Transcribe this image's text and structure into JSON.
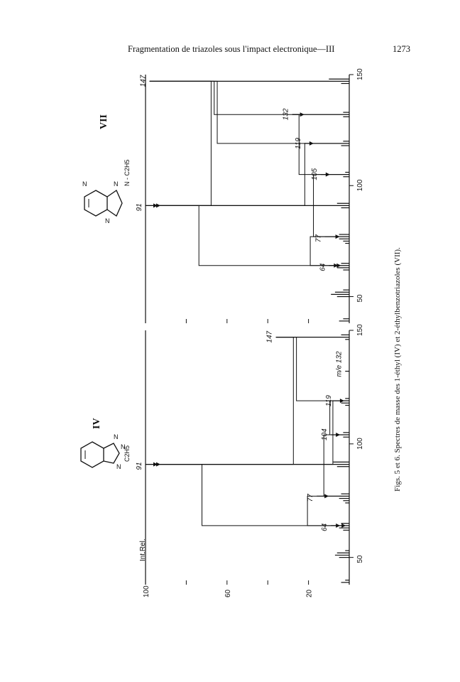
{
  "header": {
    "running_title": "Fragmentation de triazoles sous l'impact electronique—III",
    "page_number": "1273"
  },
  "caption": "Figs. 5 et 6. Spectres de masse des 1-éthyl (IV) et 2-éthylbenzotriazoles (VII).",
  "ylabel": "Int.Rel.",
  "compounds": [
    {
      "roman": "IV",
      "ring_labels": [
        "N",
        "N",
        "N"
      ],
      "substituent": "C2H5"
    },
    {
      "roman": "VII",
      "ring_labels": [
        "N",
        "N",
        "N"
      ],
      "substituent": "N - C2H5"
    }
  ],
  "chart_data": [
    {
      "type": "bar",
      "compound": "IV",
      "title": "",
      "xlabel": "",
      "ylabel": "Int.Rel.",
      "xlim": [
        38,
        150
      ],
      "ylim": [
        0,
        100
      ],
      "x_ticks": [
        "50",
        "100",
        "150"
      ],
      "y_ticks": [
        "100",
        "60",
        "20"
      ],
      "peaks": [
        {
          "mz": 39,
          "intensity": 4
        },
        {
          "mz": 40,
          "intensity": 2
        },
        {
          "mz": 50,
          "intensity": 5
        },
        {
          "mz": 51,
          "intensity": 7
        },
        {
          "mz": 52,
          "intensity": 6
        },
        {
          "mz": 53,
          "intensity": 2
        },
        {
          "mz": 62,
          "intensity": 3
        },
        {
          "mz": 63,
          "intensity": 5
        },
        {
          "mz": 64,
          "intensity": 9
        },
        {
          "mz": 65,
          "intensity": 4
        },
        {
          "mz": 74,
          "intensity": 2
        },
        {
          "mz": 75,
          "intensity": 3
        },
        {
          "mz": 76,
          "intensity": 5
        },
        {
          "mz": 77,
          "intensity": 16
        },
        {
          "mz": 78,
          "intensity": 4
        },
        {
          "mz": 90,
          "intensity": 6
        },
        {
          "mz": 91,
          "intensity": 100
        },
        {
          "mz": 92,
          "intensity": 8
        },
        {
          "mz": 103,
          "intensity": 3
        },
        {
          "mz": 104,
          "intensity": 9
        },
        {
          "mz": 105,
          "intensity": 3
        },
        {
          "mz": 117,
          "intensity": 2
        },
        {
          "mz": 118,
          "intensity": 4
        },
        {
          "mz": 119,
          "intensity": 7
        },
        {
          "mz": 120,
          "intensity": 2
        },
        {
          "mz": 132,
          "intensity": 2
        },
        {
          "mz": 146,
          "intensity": 2
        },
        {
          "mz": 147,
          "intensity": 36
        },
        {
          "mz": 148,
          "intensity": 4
        }
      ],
      "peak_labels": [
        {
          "mz": 64,
          "text": "64"
        },
        {
          "mz": 77,
          "text": "77"
        },
        {
          "mz": 91,
          "text": "91"
        },
        {
          "mz": 104,
          "text": "104"
        },
        {
          "mz": 119,
          "text": "119"
        },
        {
          "mz": 132,
          "text": "m/e 132"
        },
        {
          "mz": 147,
          "text": "147"
        }
      ],
      "transitions": [
        {
          "from": 147,
          "to": 119
        },
        {
          "from": 147,
          "to": 91
        },
        {
          "from": 119,
          "to": 91
        },
        {
          "from": 119,
          "to": 104
        },
        {
          "from": 104,
          "to": 77
        },
        {
          "from": 91,
          "to": 64
        },
        {
          "from": 77,
          "to": 64
        }
      ]
    },
    {
      "type": "bar",
      "compound": "VII",
      "title": "",
      "xlabel": "",
      "ylabel": "Int.Rel.",
      "xlim": [
        38,
        150
      ],
      "ylim": [
        0,
        100
      ],
      "x_ticks": [
        "50",
        "100",
        "150"
      ],
      "y_ticks": [],
      "peaks": [
        {
          "mz": 39,
          "intensity": 5
        },
        {
          "mz": 40,
          "intensity": 3
        },
        {
          "mz": 50,
          "intensity": 6
        },
        {
          "mz": 51,
          "intensity": 9
        },
        {
          "mz": 52,
          "intensity": 7
        },
        {
          "mz": 53,
          "intensity": 3
        },
        {
          "mz": 62,
          "intensity": 3
        },
        {
          "mz": 63,
          "intensity": 6
        },
        {
          "mz": 64,
          "intensity": 10
        },
        {
          "mz": 65,
          "intensity": 4
        },
        {
          "mz": 74,
          "intensity": 2
        },
        {
          "mz": 75,
          "intensity": 3
        },
        {
          "mz": 76,
          "intensity": 5
        },
        {
          "mz": 77,
          "intensity": 12
        },
        {
          "mz": 78,
          "intensity": 5
        },
        {
          "mz": 90,
          "intensity": 4
        },
        {
          "mz": 91,
          "intensity": 100
        },
        {
          "mz": 92,
          "intensity": 6
        },
        {
          "mz": 104,
          "intensity": 3
        },
        {
          "mz": 105,
          "intensity": 14
        },
        {
          "mz": 106,
          "intensity": 2
        },
        {
          "mz": 118,
          "intensity": 4
        },
        {
          "mz": 119,
          "intensity": 22
        },
        {
          "mz": 120,
          "intensity": 3
        },
        {
          "mz": 131,
          "intensity": 3
        },
        {
          "mz": 132,
          "intensity": 28
        },
        {
          "mz": 133,
          "intensity": 3
        },
        {
          "mz": 146,
          "intensity": 4
        },
        {
          "mz": 147,
          "intensity": 98
        },
        {
          "mz": 148,
          "intensity": 10
        }
      ],
      "peak_labels": [
        {
          "mz": 64,
          "text": "64"
        },
        {
          "mz": 77,
          "text": "77"
        },
        {
          "mz": 91,
          "text": "91"
        },
        {
          "mz": 105,
          "text": "105"
        },
        {
          "mz": 119,
          "text": "119"
        },
        {
          "mz": 132,
          "text": "132"
        },
        {
          "mz": 147,
          "text": "147"
        }
      ],
      "transitions": [
        {
          "from": 147,
          "to": 119
        },
        {
          "from": 147,
          "to": 132
        },
        {
          "from": 147,
          "to": 91
        },
        {
          "from": 132,
          "to": 105
        },
        {
          "from": 119,
          "to": 91
        },
        {
          "from": 105,
          "to": 77
        },
        {
          "from": 91,
          "to": 64
        },
        {
          "from": 77,
          "to": 64
        }
      ]
    }
  ]
}
